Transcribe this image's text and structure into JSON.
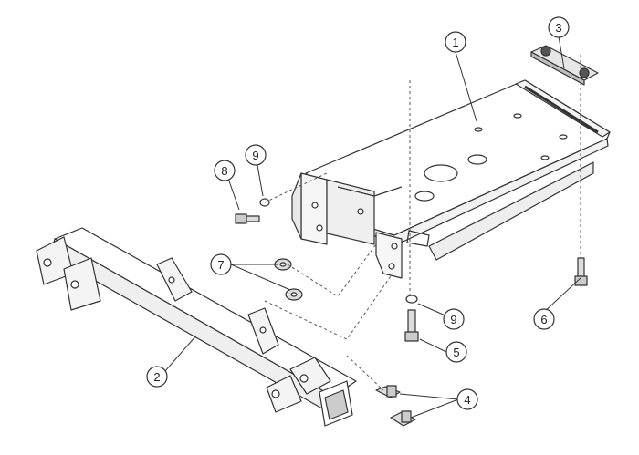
{
  "diagram": {
    "part_numbers": {
      "p1": "1",
      "p2": "2",
      "p3": "3",
      "p4": "4",
      "p5": "5",
      "p6": "6",
      "p7": "7",
      "p8": "8",
      "p9a": "9",
      "p9b": "9"
    },
    "colors": {
      "line": "#333333",
      "fill": "#ffffff",
      "shade": "#d9d9d9"
    }
  }
}
